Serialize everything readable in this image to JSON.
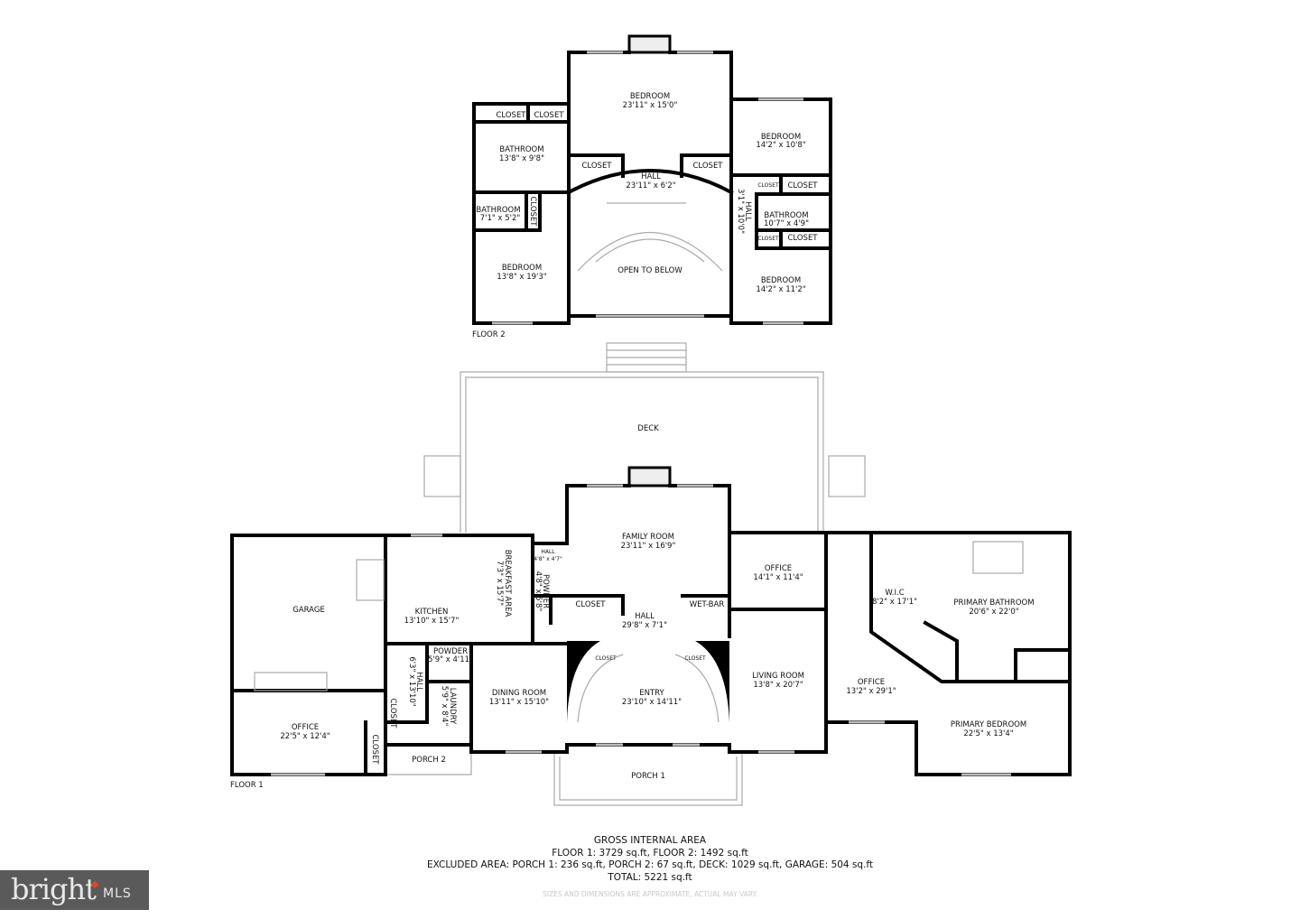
{
  "floor2": {
    "label": "FLOOR 2",
    "rooms": {
      "bedroom_main": {
        "name": "BEDROOM",
        "size": "23'11\" x 15'0\""
      },
      "closet_a": "CLOSET",
      "closet_b": "CLOSET",
      "bathroom_left": {
        "name": "BATHROOM",
        "size": "13'8\" x 9'8\""
      },
      "closet_hall_left": "CLOSET",
      "hall": {
        "name": "HALL",
        "size": "23'11\" x 6'2\""
      },
      "closet_hall_right": "CLOSET",
      "bedroom_ne": {
        "name": "BEDROOM",
        "size": "14'2\" x 10'8\""
      },
      "closet_small_1": "CLOSET",
      "closet_r1": "CLOSET",
      "bathroom_small": {
        "name": "BATHROOM",
        "size": "7'1\" x 5'2\""
      },
      "closet_vert": "CLOSET",
      "hall_right": {
        "name": "HALL",
        "size": "3'1\" x 10'0\""
      },
      "bathroom_right": {
        "name": "BATHROOM",
        "size": "10'7\" x 4'9\""
      },
      "closet_small_2": "CLOSET",
      "closet_r2": "CLOSET",
      "bedroom_w": {
        "name": "BEDROOM",
        "size": "13'8\" x 19'3\""
      },
      "open_to_below": "OPEN TO BELOW",
      "bedroom_se": {
        "name": "BEDROOM",
        "size": "14'2\" x 11'2\""
      }
    }
  },
  "floor1": {
    "label": "FLOOR 1",
    "rooms": {
      "deck": "DECK",
      "family_room": {
        "name": "FAMILY ROOM",
        "size": "23'11\" x 16'9\""
      },
      "hall_small": {
        "name": "HALL",
        "size": "4'8\" x 4'7\""
      },
      "breakfast": {
        "name": "BREAKFAST AREA",
        "size": "7'3\" x 15'7\""
      },
      "powder_1": {
        "name": "POWDER",
        "size": "4'8\" x 5'8\""
      },
      "office_mid": {
        "name": "OFFICE",
        "size": "14'1\" x 11'4\""
      },
      "garage": "GARAGE",
      "kitchen": {
        "name": "KITCHEN",
        "size": "13'10\" x 15'7\""
      },
      "closet_hall": "CLOSET",
      "wet_bar": "WET-BAR",
      "hall_main": {
        "name": "HALL",
        "size": "29'8\" x 7'1\""
      },
      "powder_2": {
        "name": "POWDER",
        "size": "5'9\" x 4'11\""
      },
      "hall_side": {
        "name": "HALL",
        "size": "6'3\" x 13'10\""
      },
      "laundry": {
        "name": "LAUNDRY",
        "size": "5'9\" x 8'4\""
      },
      "closet_entry_l": "CLOSET",
      "closet_entry_r": "CLOSET",
      "dining": {
        "name": "DINING ROOM",
        "size": "13'11\" x 15'10\""
      },
      "entry": {
        "name": "ENTRY",
        "size": "23'10\" x 14'11\""
      },
      "living": {
        "name": "LIVING ROOM",
        "size": "13'8\" x 20'7\""
      },
      "wic": {
        "name": "W.I.C",
        "size": "8'2\" x 17'1\""
      },
      "primary_bath": {
        "name": "PRIMARY BATHROOM",
        "size": "20'6\" x 22'0\""
      },
      "office_right": {
        "name": "OFFICE",
        "size": "13'2\" x 29'1\""
      },
      "primary_bed": {
        "name": "PRIMARY BEDROOM",
        "size": "22'5\" x 13'4\""
      },
      "office_left": {
        "name": "OFFICE",
        "size": "22'5\" x 12'4\""
      },
      "closet_side1": "CLOSET",
      "closet_side2": "CLOSET",
      "porch2": "PORCH 2",
      "porch1": "PORCH 1"
    }
  },
  "summary": {
    "title": "GROSS INTERNAL AREA",
    "floors": "FLOOR 1: 3729 sq.ft, FLOOR 2: 1492 sq.ft",
    "excluded": "EXCLUDED AREA: PORCH 1: 236 sq.ft, PORCH 2: 67 sq.ft, DECK: 1029 sq.ft, GARAGE: 504 sq.ft",
    "total": "TOTAL: 5221 sq.ft",
    "disclaimer": "SIZES AND DIMENSIONS ARE APPROXIMATE, ACTUAL MAY VARY."
  },
  "logo": {
    "brand": "bright",
    "suffix": "MLS",
    "color": "#5a5a5a",
    "accent": "#e0472b"
  }
}
